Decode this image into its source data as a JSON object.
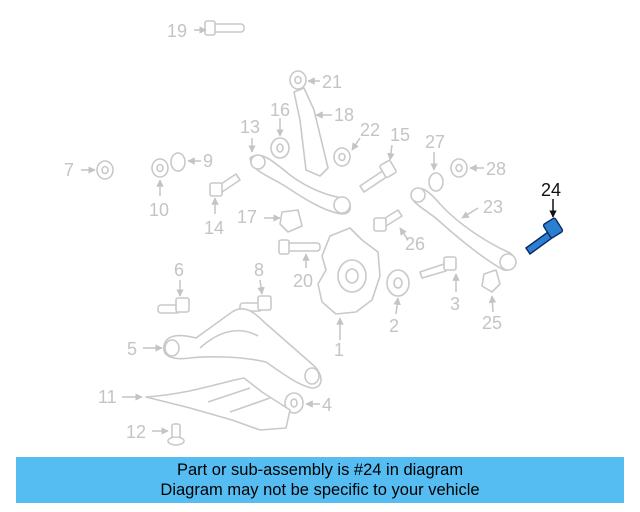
{
  "diagram": {
    "highlight_color": "#111111",
    "part_color": "#c4c4c4",
    "highlighted": "24",
    "callouts": [
      "1",
      "2",
      "3",
      "4",
      "5",
      "6",
      "7",
      "8",
      "9",
      "10",
      "11",
      "12",
      "13",
      "14",
      "15",
      "16",
      "17",
      "18",
      "19",
      "20",
      "21",
      "22",
      "23",
      "24",
      "25",
      "26",
      "27",
      "28"
    ]
  },
  "banner": {
    "background": "#56bdf3",
    "line1": "Part or sub-assembly is #24 in diagram",
    "line2": "Diagram may not be specific to your vehicle"
  }
}
